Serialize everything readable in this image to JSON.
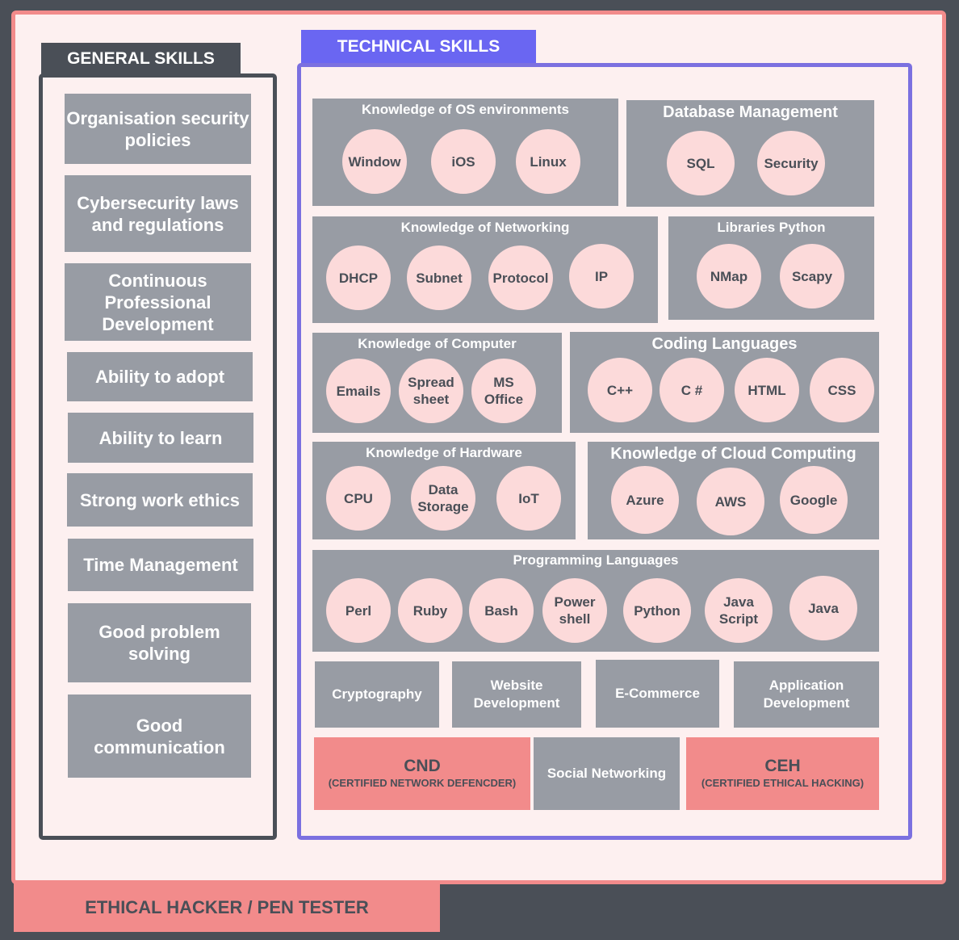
{
  "footer": {
    "title": "ETHICAL HACKER / PEN TESTER"
  },
  "general": {
    "title": "GENERAL SKILLS",
    "items": [
      "Organisation security policies",
      "Cybersecurity laws and regulations",
      "Continuous Professional Development",
      "Ability to adopt",
      "Ability to learn",
      "Strong work ethics",
      "Time Management",
      "Good problem solving",
      "Good communication"
    ]
  },
  "technical": {
    "title": "TECHNICAL SKILLS",
    "groups": [
      {
        "title": "Knowledge of OS environments",
        "items": [
          "Window",
          "iOS",
          "Linux"
        ]
      },
      {
        "title": "Database Management",
        "items": [
          "SQL",
          "Security"
        ]
      },
      {
        "title": "Knowledge of Networking",
        "items": [
          "DHCP",
          "Subnet",
          "Protocol",
          "IP"
        ]
      },
      {
        "title": "Libraries Python",
        "items": [
          "NMap",
          "Scapy"
        ]
      },
      {
        "title": "Knowledge of Computer",
        "items": [
          "Emails",
          "Spread sheet",
          "MS Office"
        ]
      },
      {
        "title": "Coding Languages",
        "items": [
          "C++",
          "C #",
          "HTML",
          "CSS"
        ]
      },
      {
        "title": "Knowledge of Hardware",
        "items": [
          "CPU",
          "Data Storage",
          "IoT"
        ]
      },
      {
        "title": "Knowledge of Cloud Computing",
        "items": [
          "Azure",
          "AWS",
          "Google"
        ]
      },
      {
        "title": "Programming Languages",
        "items": [
          "Perl",
          "Ruby",
          "Bash",
          "Power shell",
          "Python",
          "Java Script",
          "Java"
        ]
      }
    ],
    "plain": [
      "Cryptography",
      "Website Development",
      "E-Commerce",
      "Application Development",
      "Social Networking"
    ],
    "certs": [
      {
        "name": "CND",
        "full": "(CERTIFIED NETWORK DEFENCDER)"
      },
      {
        "name": "CEH",
        "full": "(CERTIFIED ETHICAL HACKING)"
      }
    ]
  }
}
